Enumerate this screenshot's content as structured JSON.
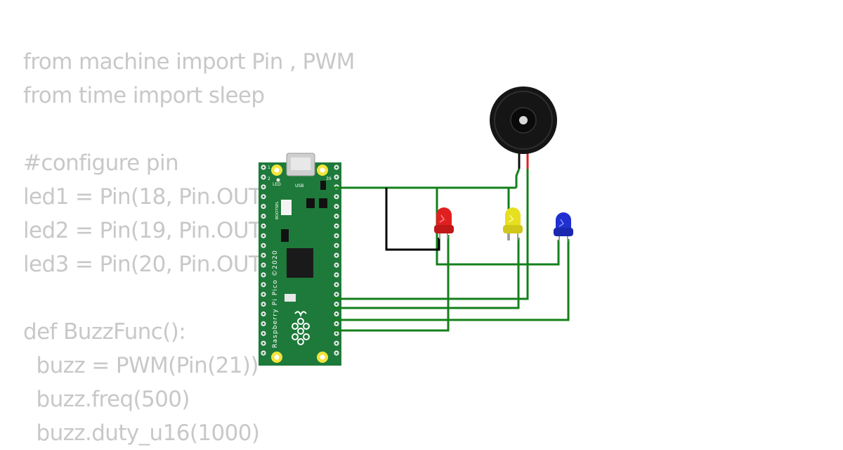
{
  "code_lines": [
    "from machine import Pin , PWM",
    "from time import sleep",
    "",
    "#configure pin",
    "led1 = Pin(18, Pin.OUT)",
    "led2 = Pin(19, Pin.OUT)",
    "led3 = Pin(20, Pin.OUT)",
    "",
    "def BuzzFunc():",
    "  buzz = PWM(Pin(21))",
    "  buzz.freq(500)",
    "  buzz.duty_u16(1000)"
  ],
  "board": {
    "brand_text": "Raspberry Pi Pico ©2020",
    "led_label": "LED",
    "usb_label": "USB",
    "bootsel_label": "BOOTSEL",
    "pin1_label": "1",
    "pin2_label": "2",
    "pin39_label": "39",
    "color": "#1e7a3a"
  },
  "leds": [
    {
      "name": "led-red",
      "color": "#e02020"
    },
    {
      "name": "led-yellow",
      "color": "#e6e020"
    },
    {
      "name": "led-blue",
      "color": "#2030d0"
    }
  ],
  "buzzer": {
    "color": "#111111"
  },
  "colors": {
    "wire": "#13801a",
    "ground_wire": "#000000",
    "code_text": "#c8c8c8"
  }
}
